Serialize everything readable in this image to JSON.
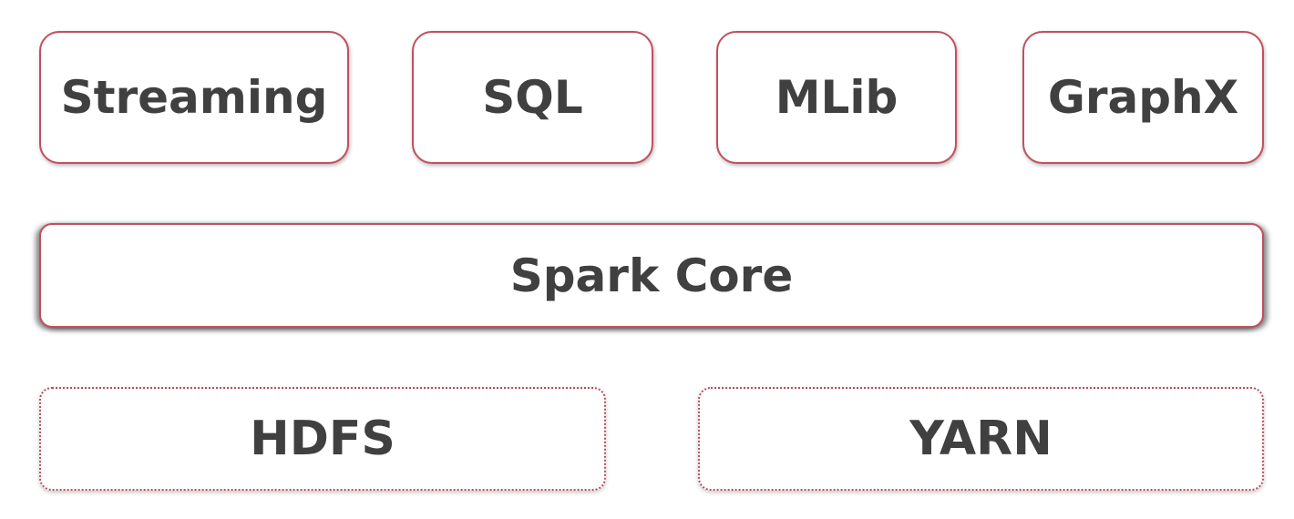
{
  "layers": {
    "libraries": [
      {
        "label": "Streaming"
      },
      {
        "label": "SQL"
      },
      {
        "label": "MLib"
      },
      {
        "label": "GraphX"
      }
    ],
    "core": {
      "label": "Spark Core"
    },
    "infrastructure": [
      {
        "label": "HDFS"
      },
      {
        "label": "YARN"
      }
    ]
  },
  "colors": {
    "border": "#c0505f",
    "text": "#404040",
    "background": "#ffffff"
  }
}
